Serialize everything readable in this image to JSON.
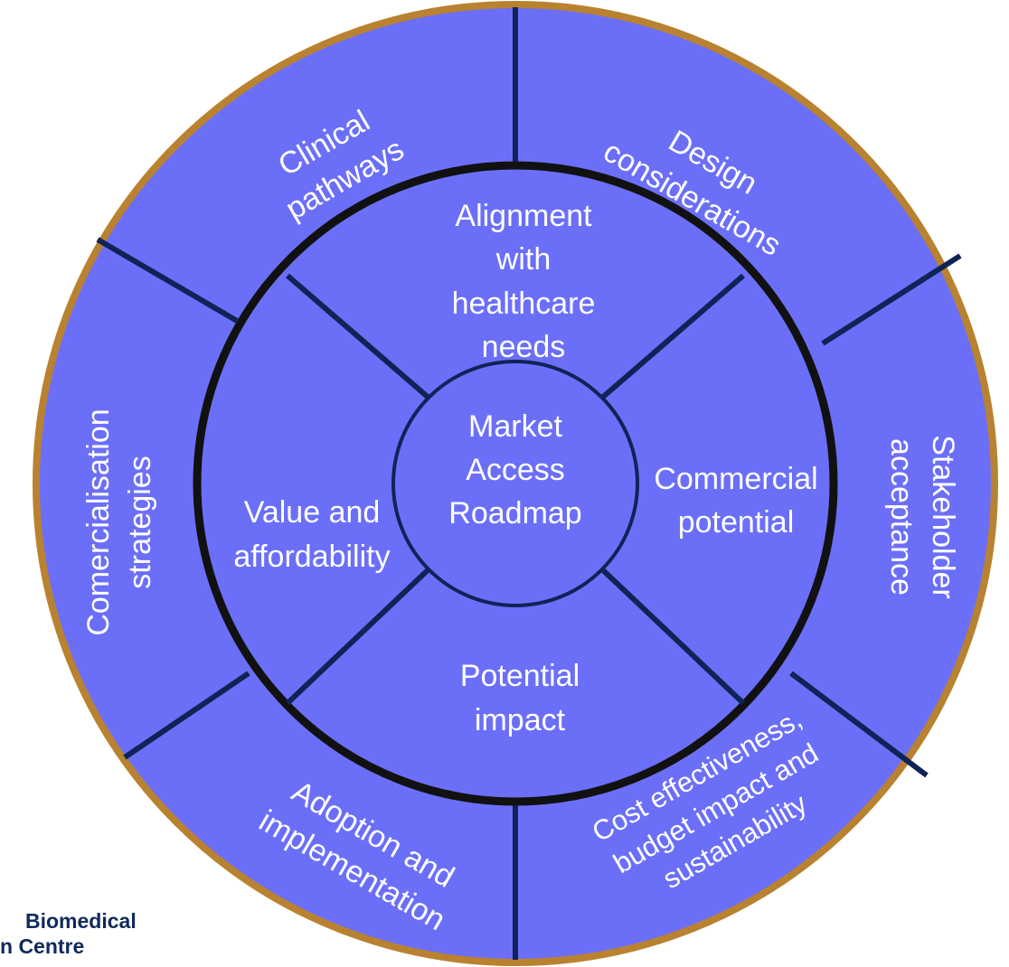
{
  "colors": {
    "segment_fill": "#6b6ff8",
    "outer_rim": "#b98230",
    "inner_ring": "#111111",
    "divider": "#0f2357",
    "label": "#ffffff",
    "logo_text": "#0f2a5c"
  },
  "center": {
    "lines": [
      "Market",
      "Access",
      "Roadmap"
    ]
  },
  "inner_segments": [
    {
      "id": "top",
      "lines": [
        "Alignment",
        "with",
        "healthcare",
        "needs"
      ]
    },
    {
      "id": "right",
      "lines": [
        "Commercial",
        "potential"
      ]
    },
    {
      "id": "bottom",
      "lines": [
        "Potential",
        "impact"
      ]
    },
    {
      "id": "left",
      "lines": [
        "Value and",
        "affordability"
      ]
    }
  ],
  "outer_segments": [
    {
      "id": "clinical",
      "lines": [
        "Clinical",
        "pathways"
      ]
    },
    {
      "id": "design",
      "lines": [
        "Design",
        "considerations"
      ]
    },
    {
      "id": "stakeholder",
      "lines": [
        "Stakeholder",
        "acceptance"
      ]
    },
    {
      "id": "cost",
      "lines": [
        "Cost effectiveness,",
        "budget impact and",
        "sustainability"
      ]
    },
    {
      "id": "adoption",
      "lines": [
        "Adoption  and",
        "implementation"
      ]
    },
    {
      "id": "commercialisation",
      "lines": [
        "Comercialisation",
        "strategies"
      ]
    }
  ],
  "logo": {
    "lines": [
      "Biomedical",
      "n Centre"
    ]
  }
}
